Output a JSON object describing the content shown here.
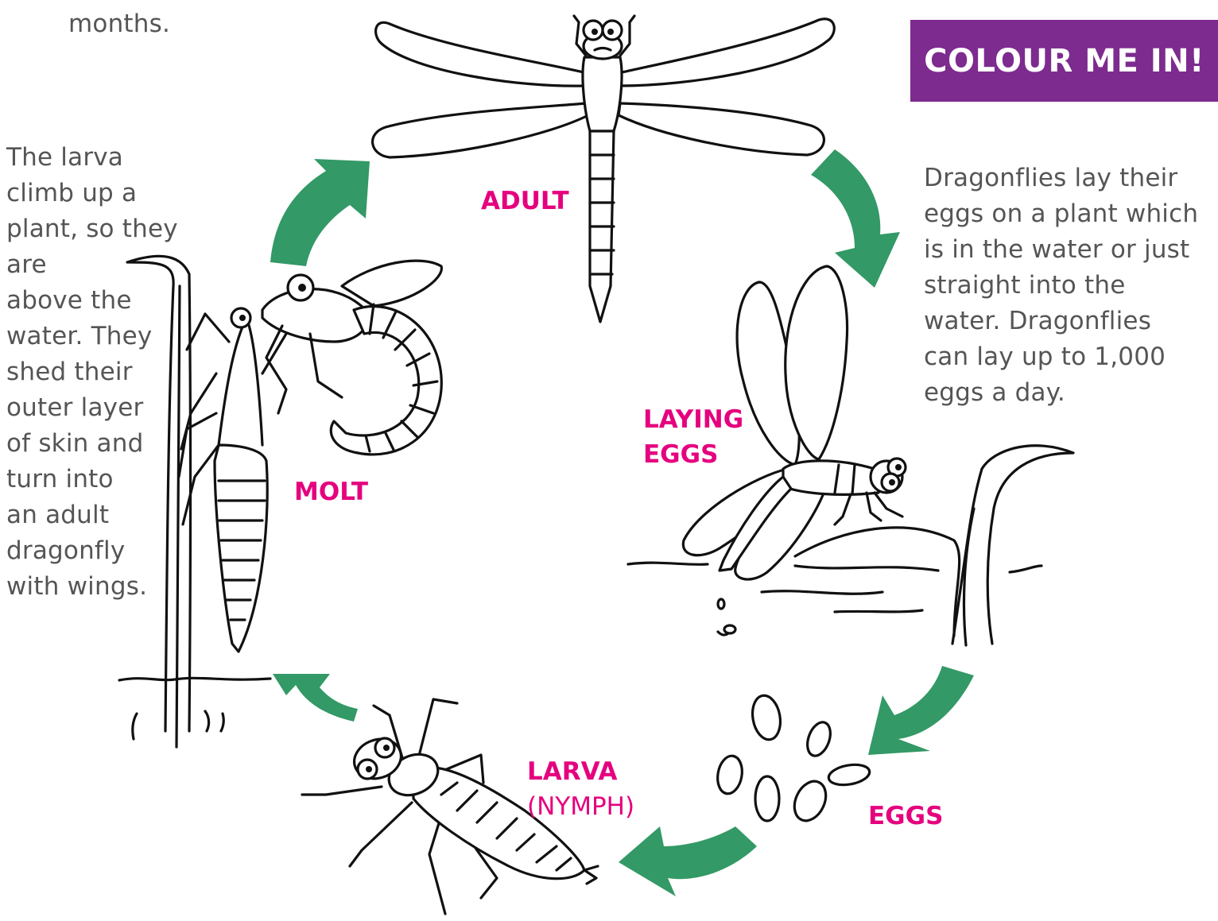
{
  "banner": {
    "label": "COLOUR ME IN!"
  },
  "top_text": {
    "fragment": "months."
  },
  "paragraphs": {
    "molt": [
      "The larva",
      "climb up a",
      "plant, so they",
      "are",
      "above the",
      "water. They",
      "shed their",
      "outer layer",
      "of skin and",
      "turn into",
      "an adult",
      "dragonfly",
      "with wings."
    ],
    "laying": [
      "Dragonflies lay their",
      "eggs on a plant which",
      "is in the water or just",
      "straight into the",
      "water. Dragonflies",
      "can lay up to 1,000",
      "eggs a day."
    ]
  },
  "stages": {
    "adult": {
      "label": "ADULT"
    },
    "laying_eggs": {
      "line1": "LAYING",
      "line2": "EGGS"
    },
    "eggs": {
      "label": "EGGS"
    },
    "larva": {
      "label": "LARVA",
      "sub": "(NYMPH)"
    },
    "molt": {
      "label": "MOLT"
    }
  },
  "colors": {
    "banner_bg": "#7d2b8f",
    "stage_label": "#e5007e",
    "arrow": "#339966",
    "body_text": "#555555"
  },
  "icons": [
    "dragonfly-adult-illustration",
    "dragonfly-laying-eggs-illustration",
    "eggs-illustration",
    "larva-nymph-illustration",
    "molting-dragonfly-illustration",
    "cycle-arrow-icon"
  ]
}
